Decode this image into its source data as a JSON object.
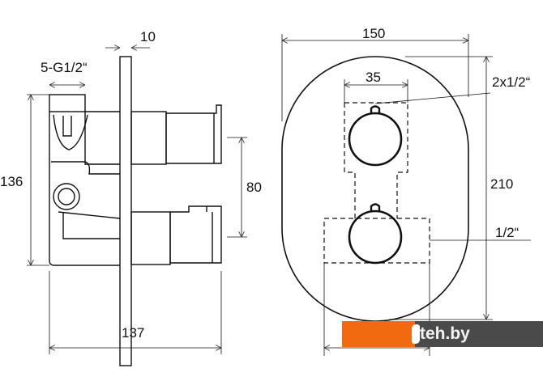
{
  "dimensions": {
    "panel_thickness": "10",
    "connection": "5-G1/2“",
    "body_height": "136",
    "cartridge_spacing": "80",
    "total_depth": "137",
    "plate_width": "150",
    "knob_width": "35",
    "plate_height": "210",
    "upper_outlet": "2x1/2“",
    "lower_outlet": "1/2“"
  },
  "watermark": {
    "text": "teh.by",
    "accent_color": "#f26a0f",
    "dark_color": "#4a4a4a"
  }
}
